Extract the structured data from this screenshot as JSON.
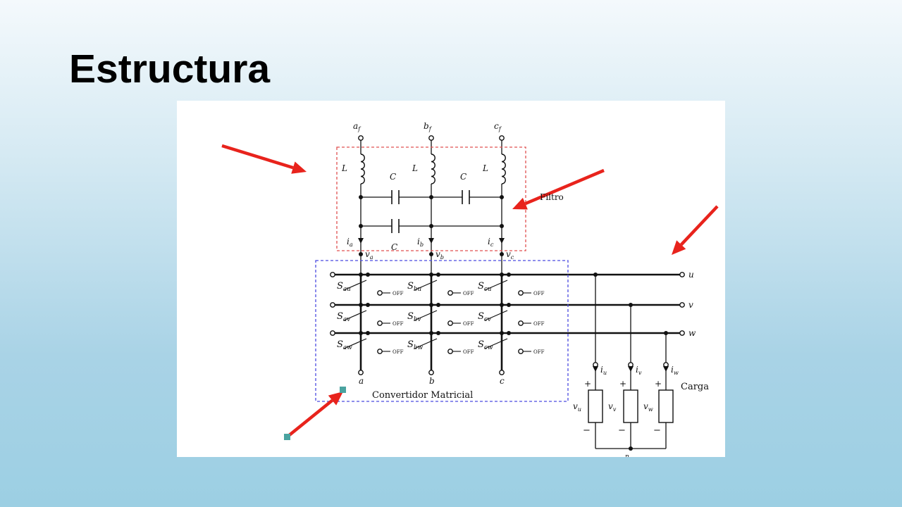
{
  "slide": {
    "title": "Estructura"
  },
  "diagram": {
    "filter": {
      "label": "Filtro",
      "inputs": [
        "a",
        "b",
        "c"
      ],
      "input_subscript": "f",
      "inductor_label": "L",
      "capacitor_label": "C",
      "currents": [
        {
          "s": "i",
          "sub": "a"
        },
        {
          "s": "i",
          "sub": "b"
        },
        {
          "s": "i",
          "sub": "c"
        }
      ],
      "voltages": [
        {
          "s": "v",
          "sub": "a"
        },
        {
          "s": "v",
          "sub": "b"
        },
        {
          "s": "v",
          "sub": "c"
        }
      ]
    },
    "converter": {
      "label": "Convertidor Matricial",
      "switches": [
        [
          {
            "s": "S",
            "sub": "au"
          },
          {
            "s": "S",
            "sub": "bu"
          },
          {
            "s": "S",
            "sub": "cu"
          }
        ],
        [
          {
            "s": "S",
            "sub": "av"
          },
          {
            "s": "S",
            "sub": "bv"
          },
          {
            "s": "S",
            "sub": "cv"
          }
        ],
        [
          {
            "s": "S",
            "sub": "aw"
          },
          {
            "s": "S",
            "sub": "bw"
          },
          {
            "s": "S",
            "sub": "cw"
          }
        ]
      ],
      "off_label": "OFF",
      "bottom_terminals": [
        "a",
        "b",
        "c"
      ]
    },
    "outputs": [
      "u",
      "v",
      "w"
    ],
    "load": {
      "label": "Carga",
      "currents": [
        {
          "s": "i",
          "sub": "u"
        },
        {
          "s": "i",
          "sub": "v"
        },
        {
          "s": "i",
          "sub": "w"
        }
      ],
      "voltages": [
        {
          "s": "v",
          "sub": "u"
        },
        {
          "s": "v",
          "sub": "v"
        },
        {
          "s": "v",
          "sub": "w"
        }
      ],
      "plus": "+",
      "minus": "−",
      "neutral": "n"
    },
    "colors": {
      "wire": "#111111",
      "filter_box": "#e05050",
      "converter_box": "#4a4ae0",
      "arrow": "#e8231c",
      "handle": "#4aa3a0"
    }
  }
}
